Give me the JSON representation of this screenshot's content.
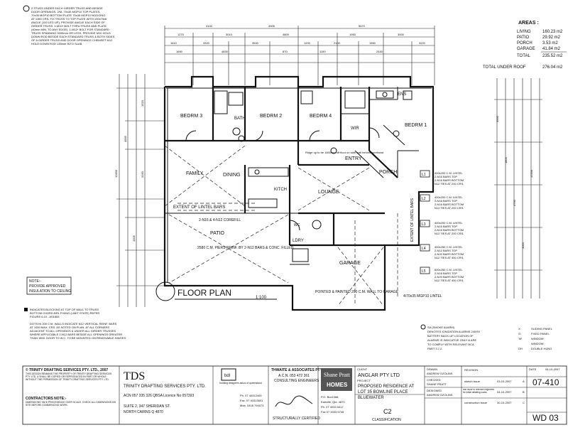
{
  "notes_top": {
    "items": [
      "2 STUDS UNDER EACH GIRDER TRUSS AND BESIDE",
      "DOOR OPENINGS. 2/M- 70x35 MGP10 TOP PLATES,",
      "70x35 MGP10 BOTTOM PLATE 70x35 MGP10 NOGGING",
      "AT 1350 CRS. FIX TRUSS TO TOP PLATE WITH 100x75x6",
      "ANGLE (100 LEG UP), PROVIDE ANGLE EACH SIDE OF",
      "GIRDER TRUSS. 1-M10* BOLT THRU TRUSS AND PLATE",
      "(40mm MIN. TO ANY EDGE), 1-M12* BOLT FOR STANDARD",
      "TRUSS SPANNING 9000mm OR LESS, PROVIDE M10 HOLD",
      "DOWN ROD BESIDE EACH STANDARD TRUSS & BOTH SIDES",
      "OF A GIRDER TRUSS AND DOOR OPENINGS CHEMSET M12",
      "HOLD DOWN ROD 135mm INTO SLAB"
    ]
  },
  "areas": {
    "title": "AREAS :",
    "rows": [
      {
        "label": "LIVING",
        "value": "160.23 m2"
      },
      {
        "label": "PATIO",
        "value": "29.92 m2"
      },
      {
        "label": "PORCH",
        "value": "3.53 m2"
      },
      {
        "label": "GARAGE",
        "value": "41.84 m2"
      },
      {
        "label": "TOTAL",
        "value": "235.52 m2"
      }
    ],
    "under_roof_label": "TOTAL UNDER ROOF",
    "under_roof_value": "276.04 m2"
  },
  "rooms": {
    "bed3": "BEDRM 3",
    "bath": "BATH",
    "bed2": "BEDRM 2",
    "bed4": "BEDRM 4",
    "wir": "WIR",
    "ens": "ENS",
    "bed1": "BEDRM 1",
    "family": "FAMILY",
    "dining": "DINING",
    "kitch": "KITCH",
    "entry": "ENTRY",
    "porch": "PORCH",
    "lounge": "LOUNGE",
    "patio": "PATIO",
    "ldry": "LDRY",
    "garage": "GARAGE",
    "wc": "WC"
  },
  "annotations": {
    "extent_lintel": "EXTENT OF LINTEL BARS",
    "corefill": "2-N16 & 4-N12 COREFILL",
    "patio_piers": "2580 C.M. PIERS REINF. BY 2-N12 BARS & CONC. FILLED",
    "painted_door": "POINTED & PAINTED 200 C.M. WALL TO GARAGE",
    "lintel_bottom": "4/70x35 MGP10 LINTEL",
    "extent_right": "EXTENT OF LINTEL BARS",
    "ridge_note": "Ridge up to be 1800mm off floor on side wall behind overhead"
  },
  "lintels": [
    {
      "tag": "L1",
      "lines": [
        "400x200 C.M. LINTEL",
        "2-N16 BARS TOP",
        "2-N16 BARS BOTTOM",
        "N12 TIES AT 200 CRS."
      ]
    },
    {
      "tag": "L2",
      "lines": [
        "400x200 C.M. LINTEL",
        "2-N16 BARS TOP",
        "2-N16 BARS BOTTOM",
        "N12 TIES AT 200 CRS."
      ]
    },
    {
      "tag": "L3",
      "lines": [
        "400x200 C.M. LINTEL",
        "2-N16 BARS TOP",
        "2-N16 BARS BOTTOM",
        "N12 TIES AT 200 CRS."
      ]
    },
    {
      "tag": "L4",
      "lines": [
        "400x250 C.M. LINTEL",
        "2-N12 BARS TOP",
        "2-N20 BARS BOTTOM",
        "N12 TIES AT 400 CRS."
      ]
    },
    {
      "tag": "L5",
      "lines": [
        "600x250 C.M. LINTEL",
        "2-N16 BARS TOP",
        "2-N20 BARS BOTTOM",
        "N12 TIES AT 400 CRS."
      ]
    }
  ],
  "floor_plan": {
    "title": "FLOOR PLAN",
    "scale": "1:100"
  },
  "note_box": {
    "lines": [
      "NOTE:-",
      "PROVIDE APPROVED",
      "INSULATION TO CEILING"
    ]
  },
  "left_notes": [
    "INDICATES BLOCKING AT TOP OF WALL TO TRUSS",
    "BOTTOM CHORD-BRL FIXING (LIMIT STATE) REFER",
    "FIGURE 6.10 - AS1684",
    "",
    "DOTS IN 200 C.M. WALLS INDICATE N12 VERTICAL REINF. BARS",
    "AT 1000 MAX. CRS. AS NOTED ON PLAN, AT ALL CORNERS",
    "ADJACENT TO ALL OPENINGS & UNDER ALL GIRDER TRUSSES",
    "WHERE APPLICABLE 2-N12 BARS BESIDE ALL OPENINGS GREATER",
    "THAN 1800. DOOR TO W.C. TO BE MOUNTED ON REMOVABLE HINGES"
  ],
  "smoke_notes": [
    "SA  (SMOKE ALARM)",
    "DENOTES IONIZATION ALARMS 240/9V",
    "BATTERY BACK-UP LOCATION OF",
    "ALARMS IS INDICATIVE ONLY & ARE",
    "TO COMPLY WITH RELEVANT BCA",
    "PART 3.7.2."
  ],
  "legend": [
    {
      "key": "X",
      "label": "SLIDING PANEL"
    },
    {
      "key": "O",
      "label": "FIXED PANEL"
    },
    {
      "key": "'W'",
      "label": "WINDOW"
    },
    {
      "key": "",
      "label": "WINDOW"
    },
    {
      "key": "DH",
      "label": "DOUBLE HUNG"
    }
  ],
  "title_block": {
    "copyright": "© TRINITY DRAFTING SERVICES PTY. LTD., 2007",
    "copyright_text": "THIS DESIGN REMAINS THE PROPERTY OF TRINITY DRAFTING SERVICES PTY. LTD. & SHALL BE COPIED OR REPRODUCED IN PART OR WHOLE WITHOUT THE PERMISSION OF TRINITY DRAFTING SERVICES PTY. LTD.",
    "contractor": "CONTRACTORS NOTE:-",
    "contractor_text": "DIMENSIONS TAKE PRECEDENCE OVER SCALE. CHECK ALL DIMENSIONS ON SITE BEFORE COMMENCING WORK.",
    "tds_logo": "TDS",
    "tds_name": "TRINITY DRAFTING SERVICES PTY. LTD.",
    "tds_acn": "ACN 057 335 326 QBSA Licence No 057393",
    "tds_addr1": "SUITE 2, 347 SHERIDAN ST.",
    "tds_addr2": "NORTH CAIRNS Q 4870",
    "bd_logo": "bdl",
    "bd_name": "building designers assoc of queensland",
    "bd_phone": "Ph. 07 40312409",
    "bd_fax": "Fax. 07 40313601",
    "bd_mob": "Mob. 0418 794073",
    "eng_name": "THWAITE & ASSOCIATES PTY. LTD.",
    "eng_acn": "A.C.N. 053 472 261",
    "eng_sub": "CONSULTING ENGINEERS",
    "eng_cert": "STRUCTURALLY CERTIFIED",
    "builder_top": "Shane Pratt",
    "builder_bot": "HOMES",
    "builder_po": "P.O. Box1068,",
    "builder_town": "Earlville, Qld. 4870",
    "builder_ph": "Ph. 07 4033 5417",
    "builder_fax": "Fax 07 4033 5745",
    "client_label": "CLIENT",
    "client": "ANGLAR PTY LTD",
    "project_label": "PROJECT",
    "project1": "PROPOSED RESIDENCE AT",
    "project2": "LOT 35 BOWLINE PLACE",
    "project3": "BLUEWATER",
    "class_label": "CLASSIFICATION",
    "class_value": "C2",
    "drawn_label": "DRAWN",
    "drawn": "ANDREW OZOLINS",
    "checked_label": "CHECKED",
    "checked": "SHANE PRATT",
    "designed_label": "DESIGNED",
    "designed": "ANDREW OZOLINS",
    "rev_header": "REVISION",
    "revisions": [
      {
        "text": "sketch issue",
        "date": "03-10-2007",
        "rev": "A"
      },
      {
        "text": "first issue to relevant engineers for initial detailing works",
        "date": "04-10-2007",
        "rev": "B"
      },
      {
        "text": "construction issue",
        "date": "30-10-2007",
        "rev": "C"
      }
    ],
    "date_label": "DATE",
    "date": "04-10-2007",
    "job_no": "07-410",
    "sheet": "WD 03"
  }
}
